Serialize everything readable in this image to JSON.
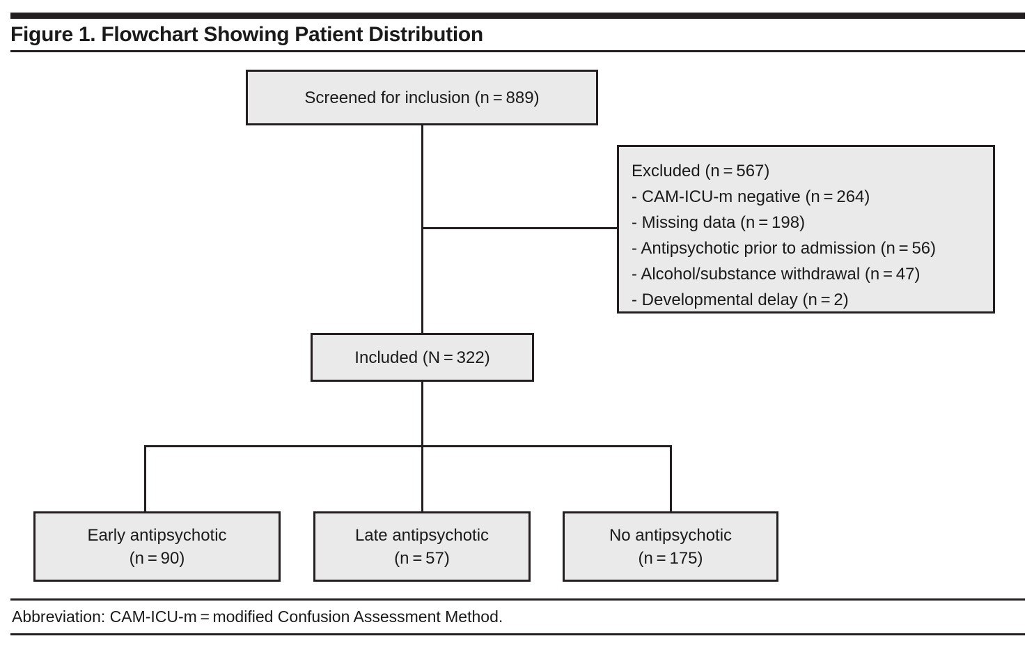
{
  "figure": {
    "title": "Figure 1. Flowchart Showing Patient Distribution",
    "note": "Abbreviation: CAM-ICU-m = modified Confusion Assessment Method."
  },
  "colors": {
    "node_fill": "#eaeaea",
    "node_border": "#231f20",
    "rule": "#231f20",
    "text": "#1a1a1a",
    "background": "#ffffff"
  },
  "chart_data": {
    "type": "diagram",
    "title": "Figure 1. Flowchart Showing Patient Distribution",
    "nodes": [
      {
        "id": "screened",
        "label": "Screened for inclusion (n = 889)",
        "n": 889
      },
      {
        "id": "excluded",
        "label": "Excluded (n = 567)",
        "n": 567
      },
      {
        "id": "included",
        "label": "Included (N = 322)",
        "n": 322
      },
      {
        "id": "early",
        "label": "Early antipsychotic (n = 90)",
        "n": 90
      },
      {
        "id": "late",
        "label": "Late antipsychotic (n = 57)",
        "n": 57
      },
      {
        "id": "none",
        "label": "No antipsychotic (n = 175)",
        "n": 175
      }
    ],
    "edges": [
      {
        "from": "screened",
        "to": "excluded"
      },
      {
        "from": "screened",
        "to": "included"
      },
      {
        "from": "included",
        "to": "early"
      },
      {
        "from": "included",
        "to": "late"
      },
      {
        "from": "included",
        "to": "none"
      }
    ],
    "exclusion_reasons": [
      {
        "reason": "CAM-ICU-m negative",
        "n": 264
      },
      {
        "reason": "Missing data",
        "n": 198
      },
      {
        "reason": "Antipsychotic prior to admission",
        "n": 56
      },
      {
        "reason": "Alcohol/substance withdrawal",
        "n": 47
      },
      {
        "reason": "Developmental delay",
        "n": 2
      }
    ]
  },
  "nodes": {
    "screened": {
      "text": "Screened for inclusion (n = 889)"
    },
    "excluded": {
      "heading": "Excluded (n = 567)",
      "items": [
        "- CAM-ICU-m negative (n = 264)",
        "- Missing data (n = 198)",
        "- Antipsychotic prior to admission (n = 56)",
        "- Alcohol/substance withdrawal (n = 47)",
        "- Developmental delay (n = 2)"
      ]
    },
    "included": {
      "text": "Included (N = 322)"
    },
    "early": {
      "line1": "Early antipsychotic",
      "line2": "(n = 90)"
    },
    "late": {
      "line1": "Late antipsychotic",
      "line2": "(n = 57)"
    },
    "none": {
      "line1": "No antipsychotic",
      "line2": "(n = 175)"
    }
  }
}
